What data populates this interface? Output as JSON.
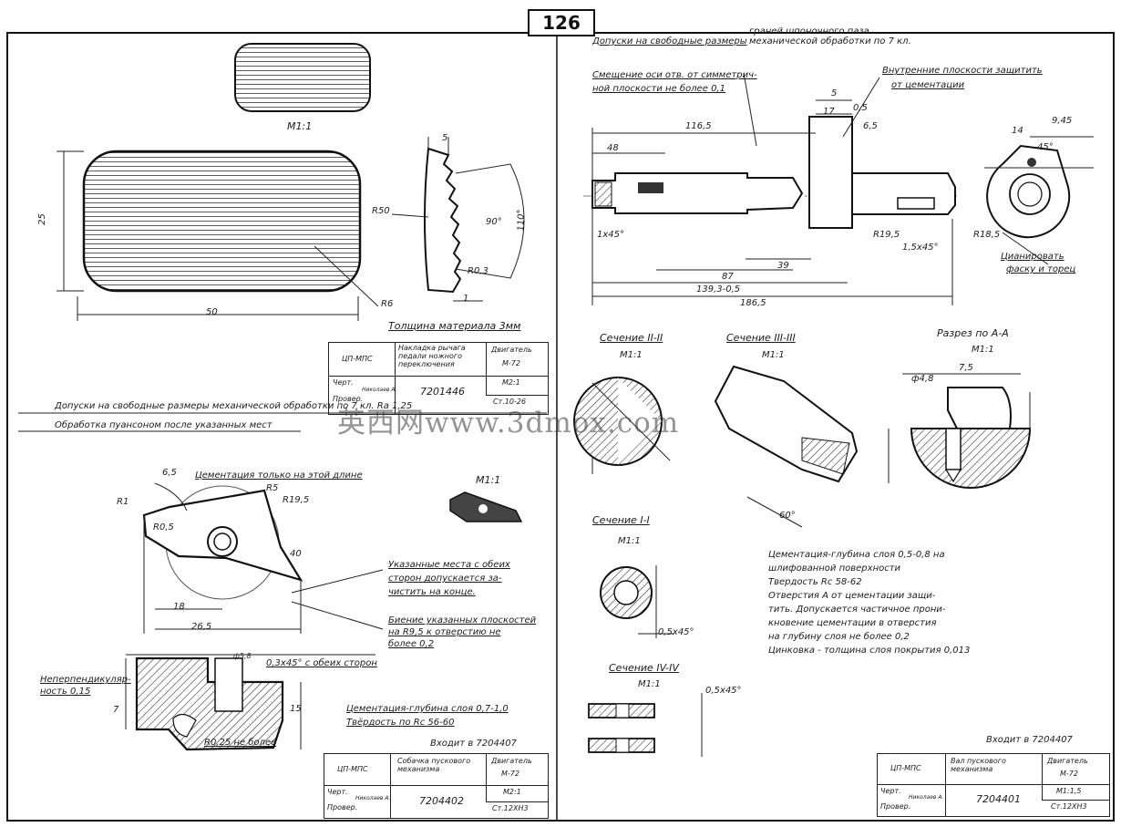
{
  "page_number": "126",
  "watermark": "英西网www.3dmox.com",
  "left_top": {
    "view_scale": "М1:1",
    "plate_width_dim": "50",
    "plate_height_dim": "25",
    "radius_r6": "R6",
    "radius_r50": "R50",
    "radius_r03": "R0,3",
    "dim_5": "5",
    "dim_1": "1",
    "angle_90": "90°",
    "angle_110": "110°",
    "material_thickness": "Толщина материала 3мм",
    "tolerance_note_line1": "Допуски на свободные размеры механической обработки по 7 кл. Ra 1,25",
    "tolerance_note_line2": "Обработка пуансоном после указанных мест"
  },
  "stamp_1": {
    "code": "ЦП-МПС",
    "title": "Накладка рычага педали ножного переключения",
    "engine_label": "Двигатель",
    "engine_model": "М-72",
    "drawing_no": "7201446",
    "scale": "М2:1",
    "material": "Ст.10-26",
    "row_drawn": "Черт.",
    "row_checked": "Провер.",
    "row_person": "Николаев А."
  },
  "left_bottom": {
    "dim_65": "6,5",
    "cementation_note": "Цементация только на этой длине",
    "r1": "R1",
    "r5": "R5",
    "r05": "R0,5",
    "r195": "R19,5",
    "dim_40": "40",
    "dim_18": "18",
    "dim_265": "26,5",
    "view_scale": "М1:1",
    "note_surfaces_line1": "Указанные места с обеих",
    "note_surfaces_line2": "сторон допускается за-",
    "note_surfaces_line3": "чистить на конце.",
    "note_runout_line1": "Биение указанных плоскостей",
    "note_runout_line2": "на R9,5 к отверстию не",
    "note_runout_line3": "более 0,2",
    "hole_dim": "ф5,8",
    "chamfer_note": "0,3x45° с обеих сторон",
    "nonperp_line1": "Неперпендикуляр-",
    "nonperp_line2": "ность 0,15",
    "dim_7": "7",
    "dim_15": "15",
    "r025": "R0,25 не более",
    "cem_depth": "Цементация-глубина слоя 0,7-1,0",
    "hardness": "Твёрдость по Rc 56-60",
    "in_assembly": "Входит в 7204407"
  },
  "stamp_2": {
    "code": "ЦП-МПС",
    "title": "Собачка пускового механизма",
    "engine_label": "Двигатель",
    "engine_model": "М-72",
    "drawing_no": "7204402",
    "scale": "М2:1",
    "material": "Ст.12ХН3",
    "row_drawn": "Черт.",
    "row_checked": "Провер.",
    "row_person": "Николаев А."
  },
  "right_top": {
    "tolerance_header": "Допуски на свободные размеры",
    "tolerance_header_2": "граней шпоночного паза",
    "tolerance_header_3": "механической обработки по 7 кл.",
    "axis_note_line1": "Смещение оси отв. от симметрич-",
    "axis_note_line2": "ной плоскости не более 0,1",
    "inner_surface_line1": "Внутренние плоскости защитить",
    "inner_surface_line2": "от цементации",
    "dim_1165": "116,5",
    "dim_48": "48",
    "dim_87": "87",
    "dim_39": "39",
    "dim_1393": "139,3-0,5",
    "dim_1865": "186,5",
    "dim_5": "5",
    "dim_17": "17",
    "dim_05": "0,5",
    "dim_65": "6,5",
    "dim_14": "14",
    "dim_945": "9,45",
    "angle_45": "45°",
    "r195": "R19,5",
    "r185": "R18,5",
    "chamfer_1": "1x45°",
    "chamfer_2": "1,5x45°",
    "cyan_line1": "Цианировать",
    "cyan_line2": "фаску и торец",
    "section_a": "Разрез по А-А",
    "section_a_scale": "М1:1",
    "section_a_hole": "ф4,8",
    "section_a_dim": "7,5",
    "section_2": "Сечение II-II",
    "section_2_scale": "М1:1",
    "section_3": "Сечение III-III",
    "section_3_scale": "М1:1",
    "angle_60": "60°",
    "section_1": "Сечение I-I",
    "section_1_scale": "М1:1",
    "chamfer_05": "0,5x45°",
    "section_4": "Сечение IV-IV",
    "section_4_scale": "М1:1",
    "chamfer_4": "0,5x45°",
    "note_line1": "Цементация-глубина слоя 0,5-0,8 на",
    "note_line2": "шлифованной поверхности",
    "note_line3": "Твердость Rc 58-62",
    "note_line4": "Отверстия А от цементации защи-",
    "note_line5": "тить. Допускается частичное прони-",
    "note_line6": "кновение цементации в отверстия",
    "note_line7": "на глубину слоя не более 0,2",
    "note_line8": "Цинковка - толщина слоя покрытия 0,013",
    "in_assembly": "Входит в 7204407"
  },
  "stamp_3": {
    "code": "ЦП-МПС",
    "title": "Вал пускового механизма",
    "engine_label": "Двигатель",
    "engine_model": "М-72",
    "drawing_no": "7204401",
    "scale": "М1:1,5",
    "material": "Ст.12ХН3",
    "row_drawn": "Черт.",
    "row_checked": "Провер.",
    "row_person": "Николаев А."
  }
}
